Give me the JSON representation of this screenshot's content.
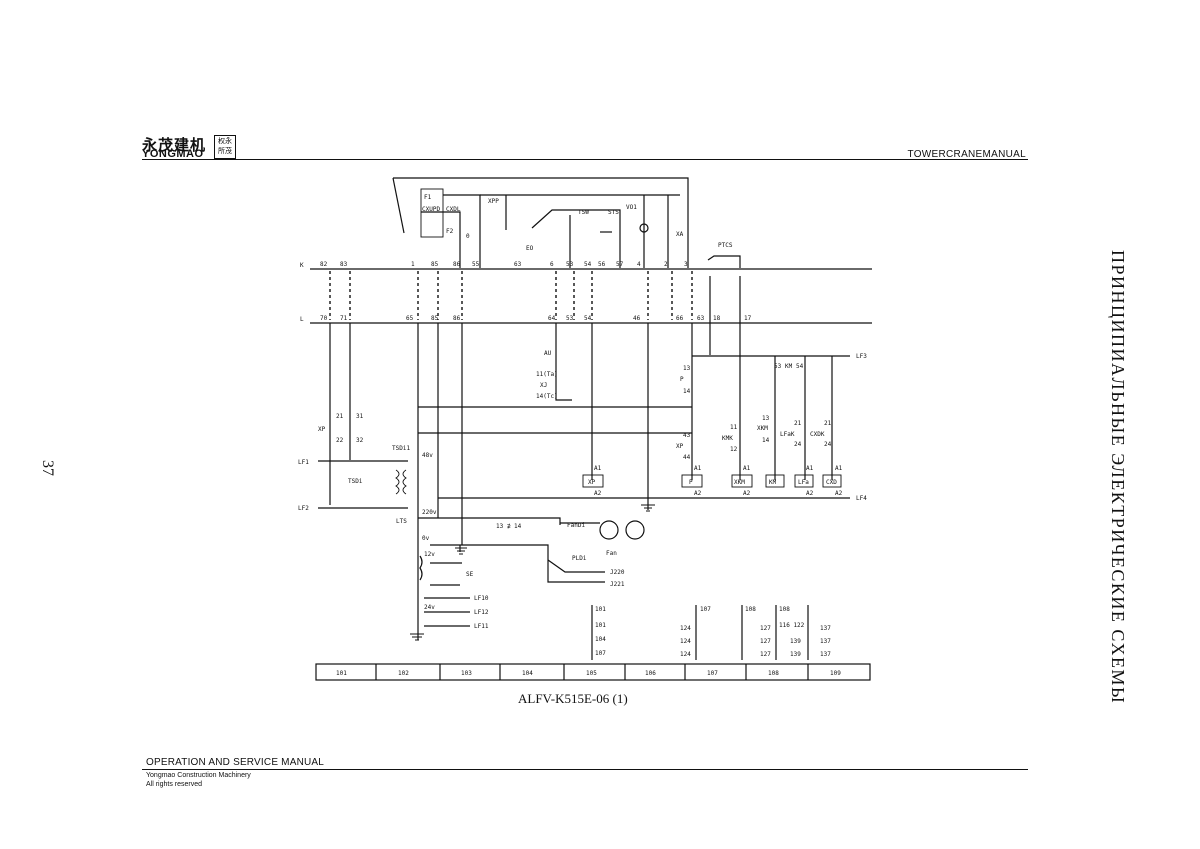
{
  "header": {
    "logo_chinese": "永茂建机",
    "logo_english": "YONGMAO",
    "logo_seal": "权永所茂",
    "manual_title": "TOWERCRANEMANUAL"
  },
  "page_number": "37",
  "side_title": "ПРИНЦИПИАЛЬНЫЕ ЭЛЕКТРИЧЕСКИЕ СХЕМЫ",
  "diagram": {
    "caption": "ALFV-K515E-06 (1)",
    "bus_labels": {
      "k": "K",
      "l": "L",
      "lf1": "LF1",
      "lf2": "LF2",
      "lf3": "LF3",
      "lf4": "LF4"
    },
    "top_terminals": [
      "82",
      "83",
      "1",
      "85",
      "86",
      "55",
      "63",
      "6",
      "53",
      "54",
      "56",
      "57",
      "4",
      "2",
      "3"
    ],
    "l_terminals": [
      "70",
      "71",
      "65",
      "85",
      "86",
      "64",
      "53",
      "54",
      "46",
      "66",
      "63",
      "18",
      "17"
    ],
    "components": {
      "f1": "F1",
      "cxupd": "CXUPD",
      "cxdl": "CXDL",
      "f2": "F2",
      "zero": "0",
      "xpp": "XPP",
      "tsw": "TSW",
      "sts": "STS",
      "vo1": "VO1",
      "xa": "XA",
      "eo": "EO",
      "ptcs": "PTCS",
      "au": "AU",
      "xj_top": "11(Ta)",
      "xj": "XJ",
      "xj_bottom": "14(Tc)",
      "xp": "XP",
      "tsdi1": "TSDi1",
      "tsdi": "TSDi",
      "lts": "LTS",
      "v48": "48v",
      "fandi": "FanDi",
      "fan": "Fan",
      "pldi": "PLDi",
      "j220": "J220",
      "j221": "J221",
      "se": "SE",
      "v220": "220v",
      "v0": "0v",
      "v12": "12v",
      "v24": "24v",
      "lf10": "LF10",
      "lf12": "LF12",
      "lf11": "LF11",
      "p": "P",
      "kmk": "KMK",
      "xkm": "XKM",
      "lfak": "LFaK",
      "cxdk": "CXDK",
      "km": "KM",
      "lfa": "LFa",
      "cxd": "CXD",
      "a1": "A1",
      "a2": "A2",
      "n13_14": "13 ⊉ 14"
    },
    "coil_pins": {
      "xp": [
        "21",
        "22",
        "31",
        "32"
      ],
      "p": [
        "13",
        "14"
      ],
      "xp2": [
        "43",
        "44"
      ],
      "kmk": [
        "11",
        "12"
      ],
      "xkm": [
        "13",
        "14"
      ],
      "lfak": [
        "21",
        "24"
      ],
      "cxdk": [
        "21",
        "24"
      ],
      "km": [
        "53",
        "54"
      ]
    },
    "cross_refs": [
      {
        "col": "105",
        "rows": [
          "101",
          "101",
          "104",
          "107"
        ]
      },
      {
        "col": "107",
        "rows": [
          "107",
          "124",
          "124",
          "124"
        ]
      },
      {
        "col": "108a",
        "rows": [
          "108",
          "127",
          "127",
          "127"
        ]
      },
      {
        "col": "108b",
        "rows": [
          "108",
          "116 122",
          "139",
          "139"
        ]
      },
      {
        "col": "109",
        "rows": [
          "137",
          "137",
          "137"
        ]
      }
    ],
    "column_numbers": [
      "101",
      "102",
      "103",
      "104",
      "105",
      "106",
      "107",
      "108",
      "109"
    ]
  },
  "footer": {
    "manual_name": "OPERATION AND SERVICE MANUAL",
    "company": "Yongmao Construction Machinery",
    "rights": "All rights reserved"
  }
}
